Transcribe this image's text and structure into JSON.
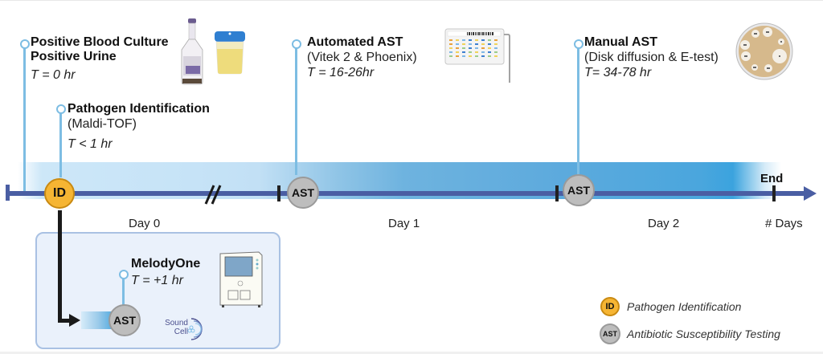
{
  "events": [
    {
      "title_lines": [
        "Positive Blood Culture",
        "Positive Urine"
      ],
      "time": "T = 0 hr",
      "image": "blood-culture-bottle-and-urine-cup"
    },
    {
      "title_lines": [
        "Pathogen Identification"
      ],
      "subtitle": "(Maldi-TOF)",
      "time": "T < 1 hr"
    },
    {
      "title_lines": [
        "Automated AST"
      ],
      "subtitle": "(Vitek 2 & Phoenix)",
      "time": "T = 16-26hr",
      "image": "ast-card-panel"
    },
    {
      "title_lines": [
        "Manual AST"
      ],
      "subtitle": "(Disk diffusion & E-test)",
      "time": "T= 34-78 hr",
      "image": "agar-petri-dish-with-disks"
    }
  ],
  "timeline": {
    "days": [
      "Day 0",
      "Day 1",
      "Day 2"
    ],
    "end_label": "End",
    "axis_label": "# Days",
    "markers": {
      "id": "ID",
      "ast": "AST"
    },
    "colors": {
      "axis": "#4a5ea3",
      "stem": "#7dbde3",
      "id_marker": "#f6b533",
      "ast_marker": "#bdbdbd",
      "band_start": "#cde7f8",
      "band_end": "#3ba3de"
    }
  },
  "melodyone": {
    "title": "MelodyOne",
    "time": "T = +1 hr",
    "marker": "AST",
    "logo_line1": "Sound",
    "logo_line2": "Cell",
    "box_color": "#eaf1fb"
  },
  "legend": [
    {
      "marker": "ID",
      "label": "Pathogen Identification"
    },
    {
      "marker": "AST",
      "label": "Antibiotic Susceptibility Testing"
    }
  ]
}
